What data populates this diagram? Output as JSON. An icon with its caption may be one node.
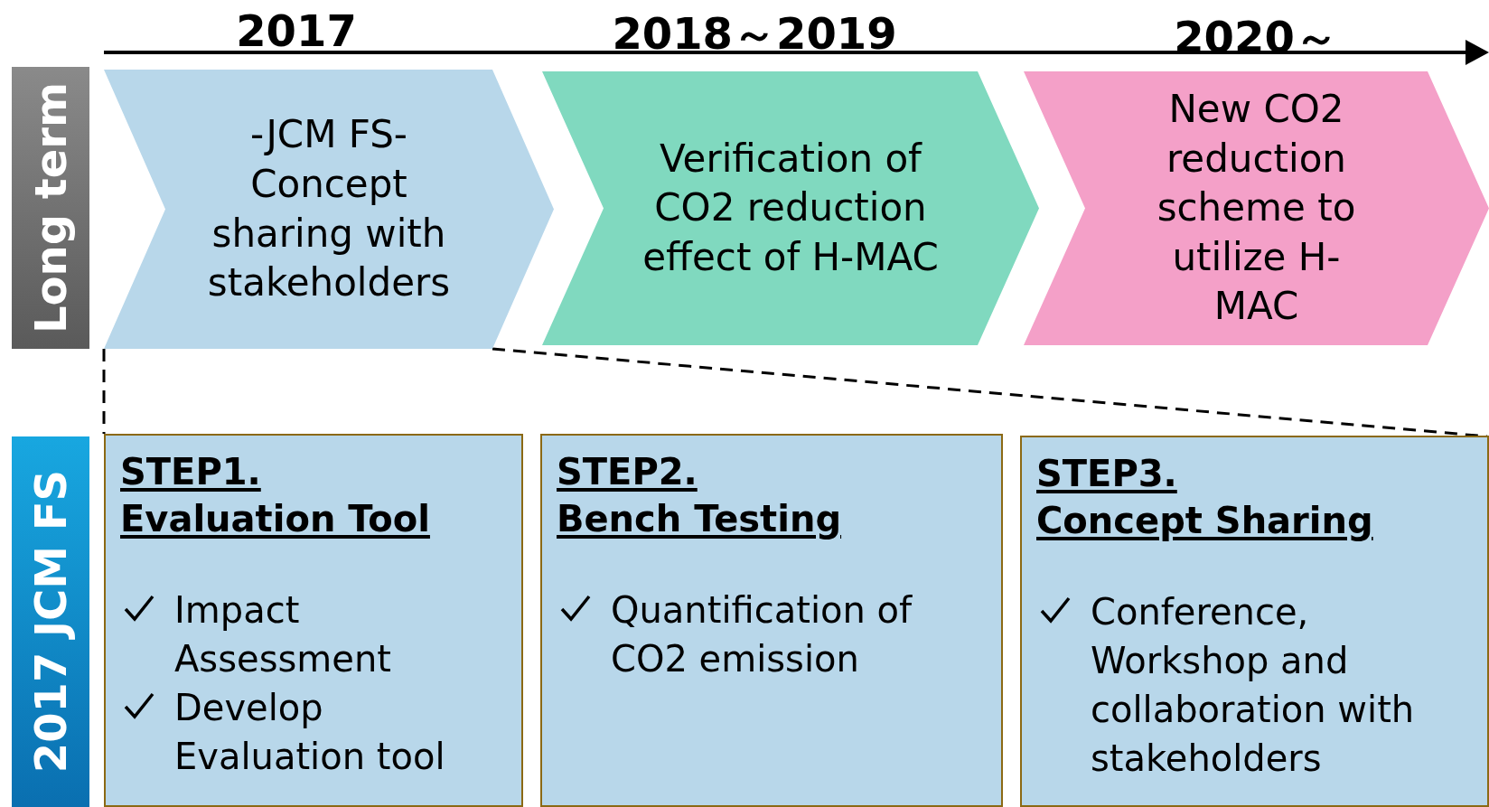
{
  "diagram": {
    "nodes": [
      {
        "text": [
          "Long term"
        ]
      },
      {
        "text": [
          "-JCM FS-",
          "Concept sharing with stakeholders"
        ]
      },
      {
        "text": [
          "Verification of CO2 reduction effect of H-MAC"
        ]
      },
      {
        "text": [
          "New CO2 reduction scheme to utilize H-MAC"
        ]
      },
      {
        "text": [
          "2017 JCM FS"
        ]
      },
      {
        "text": [
          "STEP1.",
          "Evaluation Tool",
          "Impact Assessment",
          "Develop Evaluation tool"
        ]
      },
      {
        "text": [
          "STEP2.",
          "Bench Testing",
          "Quantification of CO2 emission"
        ]
      },
      {
        "text": [
          "STEP3.",
          "Concept Sharing",
          "Conference, Workshop and collaboration with stakeholders"
        ]
      }
    ],
    "edges": [
      {
        "from": 1,
        "to": 5,
        "arrow": "none",
        "style": "dashed"
      },
      {
        "from": 1,
        "to": 7,
        "arrow": "none",
        "style": "dashed"
      }
    ],
    "labels": [
      "2017",
      "2018～2019",
      "2020～"
    ]
  }
}
